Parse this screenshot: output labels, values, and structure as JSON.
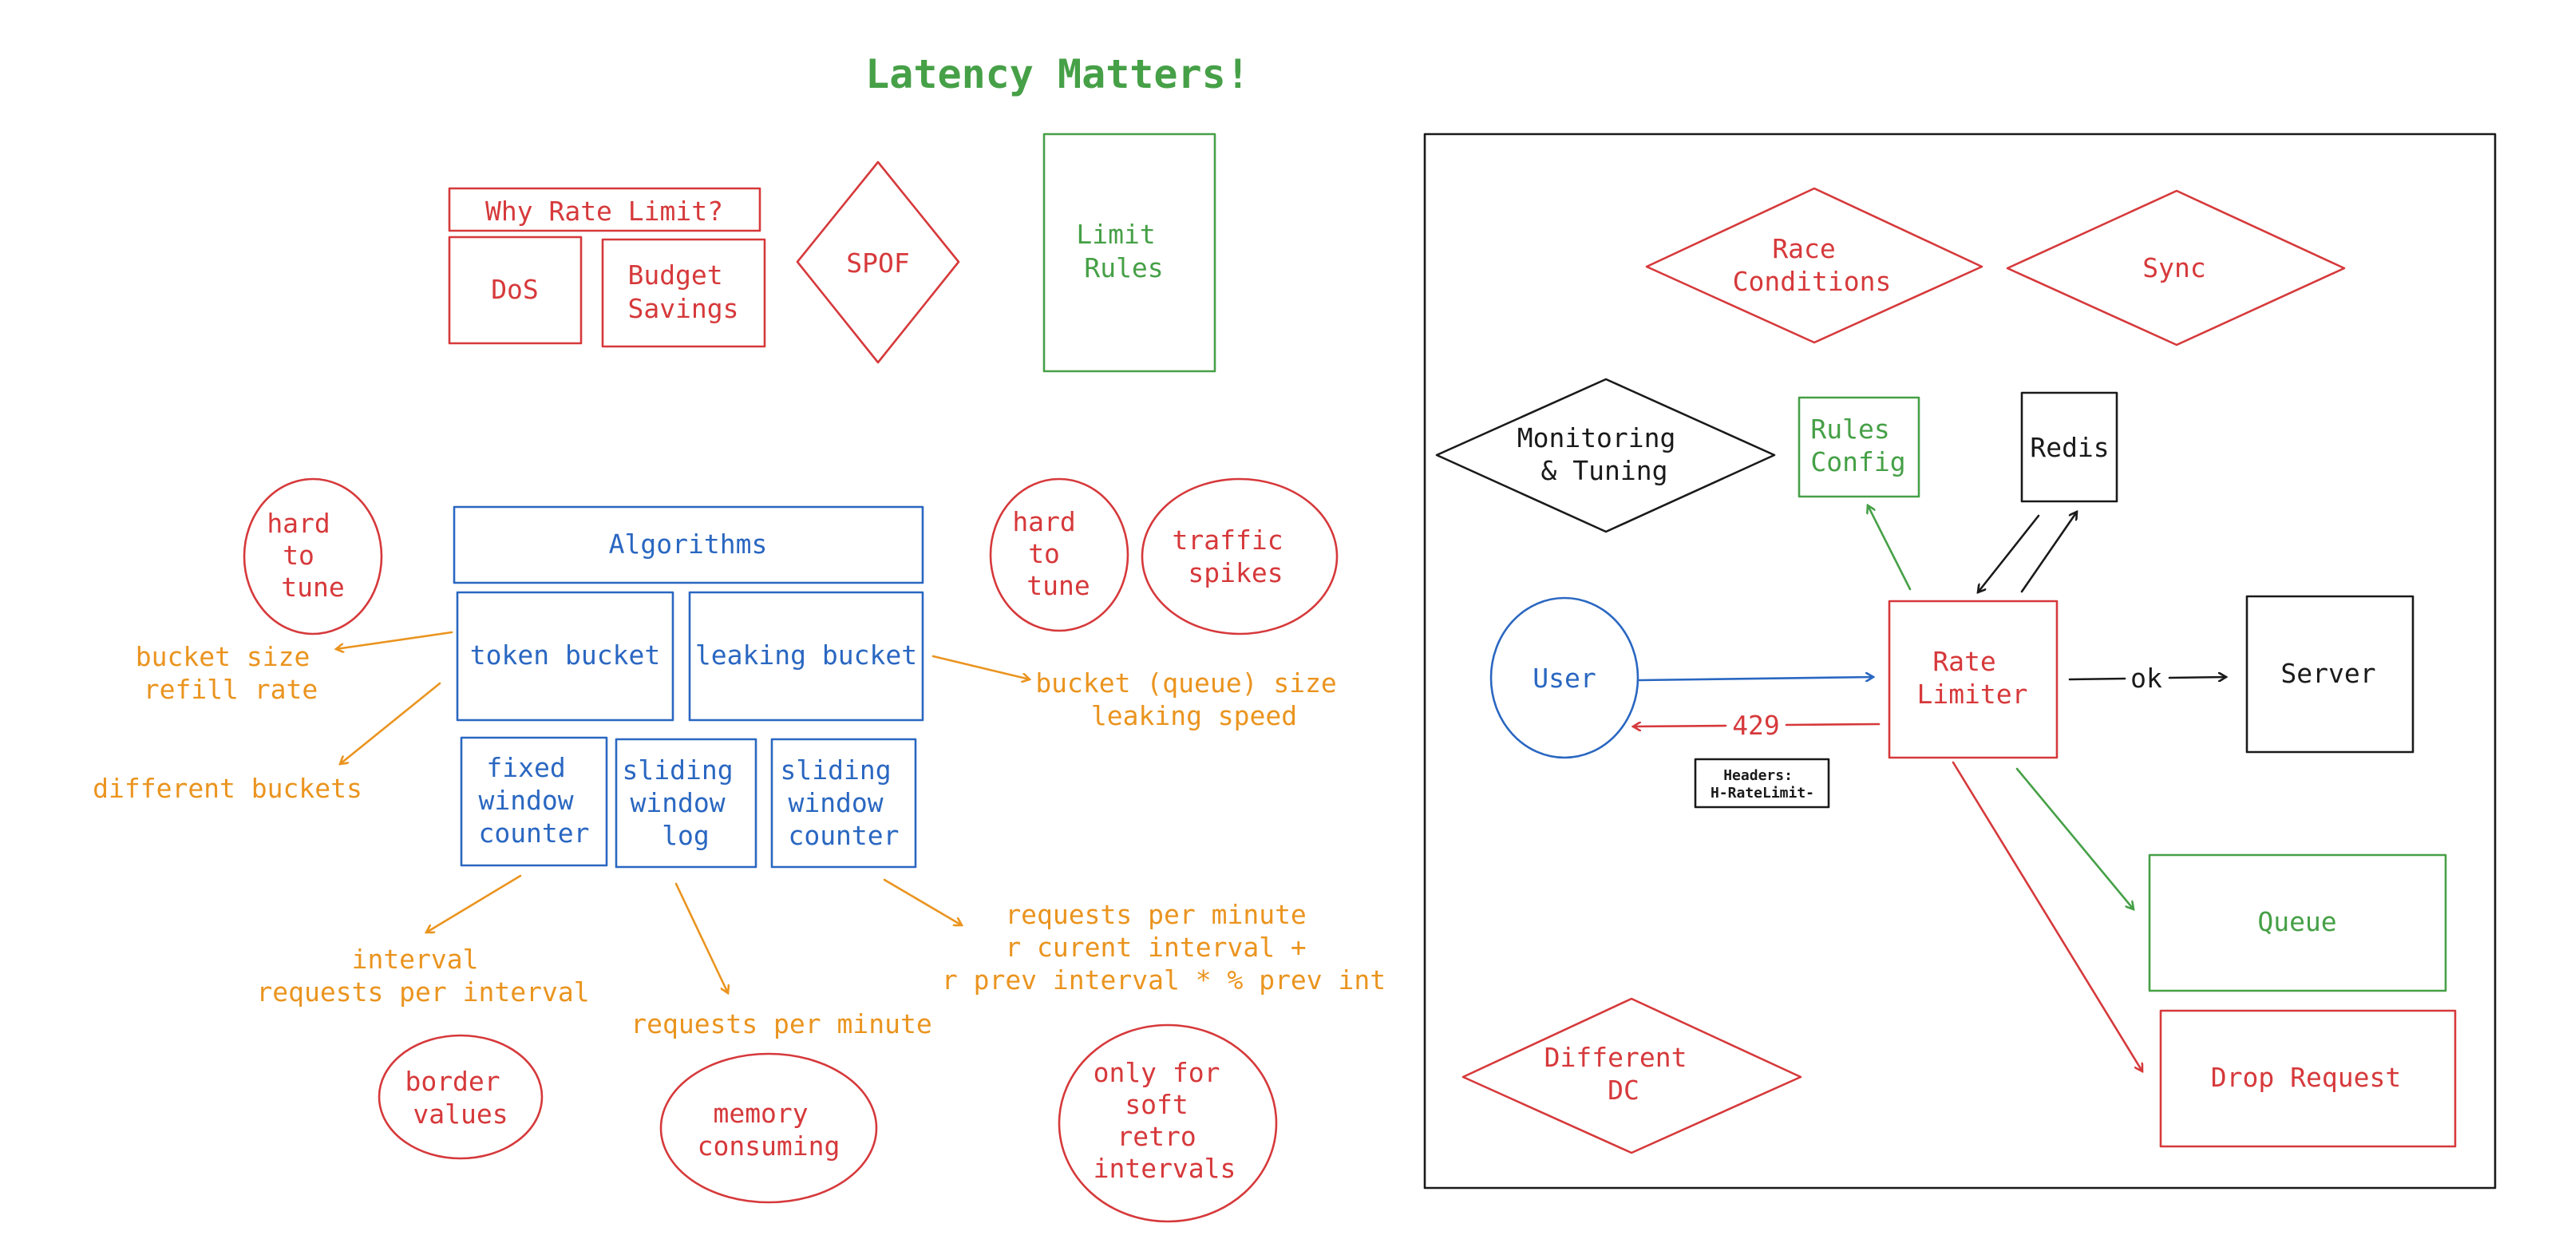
{
  "colors": {
    "red": "#d6393b",
    "green": "#46a047",
    "blue": "#2a67c1",
    "orange": "#ea941f",
    "black": "#1a1a1a"
  },
  "title": "Latency Matters!",
  "why": {
    "header": "Why Rate Limit?",
    "dos": "DoS",
    "budget": [
      "Budget",
      "Savings"
    ],
    "spof": "SPOF"
  },
  "limit_rules": [
    "Limit",
    "Rules"
  ],
  "algorithms": {
    "header": "Algorithms",
    "token_bucket": "token bucket",
    "leaking_bucket": "leaking bucket",
    "fixed_window": [
      "fixed",
      "window",
      "counter"
    ],
    "sliding_log": [
      "sliding",
      "window",
      "log"
    ],
    "sliding_counter": [
      "sliding",
      "window",
      "counter"
    ]
  },
  "notes": {
    "bucket_size": [
      "bucket size",
      "refill rate"
    ],
    "different_buckets": "different buckets",
    "queue_size": [
      "bucket (queue) size",
      "leaking speed"
    ],
    "interval": [
      "interval",
      "requests per interval"
    ],
    "req_per_min": "requests per minute",
    "sliding_counter_formula": [
      "requests per minute",
      "r curent interval +",
      "r prev interval * % prev int"
    ]
  },
  "concerns": {
    "hard_to_tune_left": [
      "hard",
      "to",
      "tune"
    ],
    "hard_to_tune_right": [
      "hard",
      "to",
      "tune"
    ],
    "traffic_spikes": [
      "traffic",
      "spikes"
    ],
    "border_values": [
      "border",
      "values"
    ],
    "memory_consuming": [
      "memory",
      "consuming"
    ],
    "soft_retro": [
      "only for",
      "soft",
      "retro",
      "intervals"
    ]
  },
  "architecture": {
    "race_conditions": [
      "Race",
      "Conditions"
    ],
    "sync": "Sync",
    "monitoring": [
      "Monitoring",
      "& Tuning"
    ],
    "rules_config": [
      "Rules",
      "Config"
    ],
    "redis": "Redis",
    "user": "User",
    "rate_limiter": [
      "Rate",
      "Limiter"
    ],
    "ok": "ok",
    "server": "Server",
    "status_429": "429",
    "headers": [
      "Headers:",
      "H-RateLimit-"
    ],
    "queue": "Queue",
    "drop_request": "Drop Request",
    "different_dc": [
      "Different",
      "DC"
    ]
  }
}
